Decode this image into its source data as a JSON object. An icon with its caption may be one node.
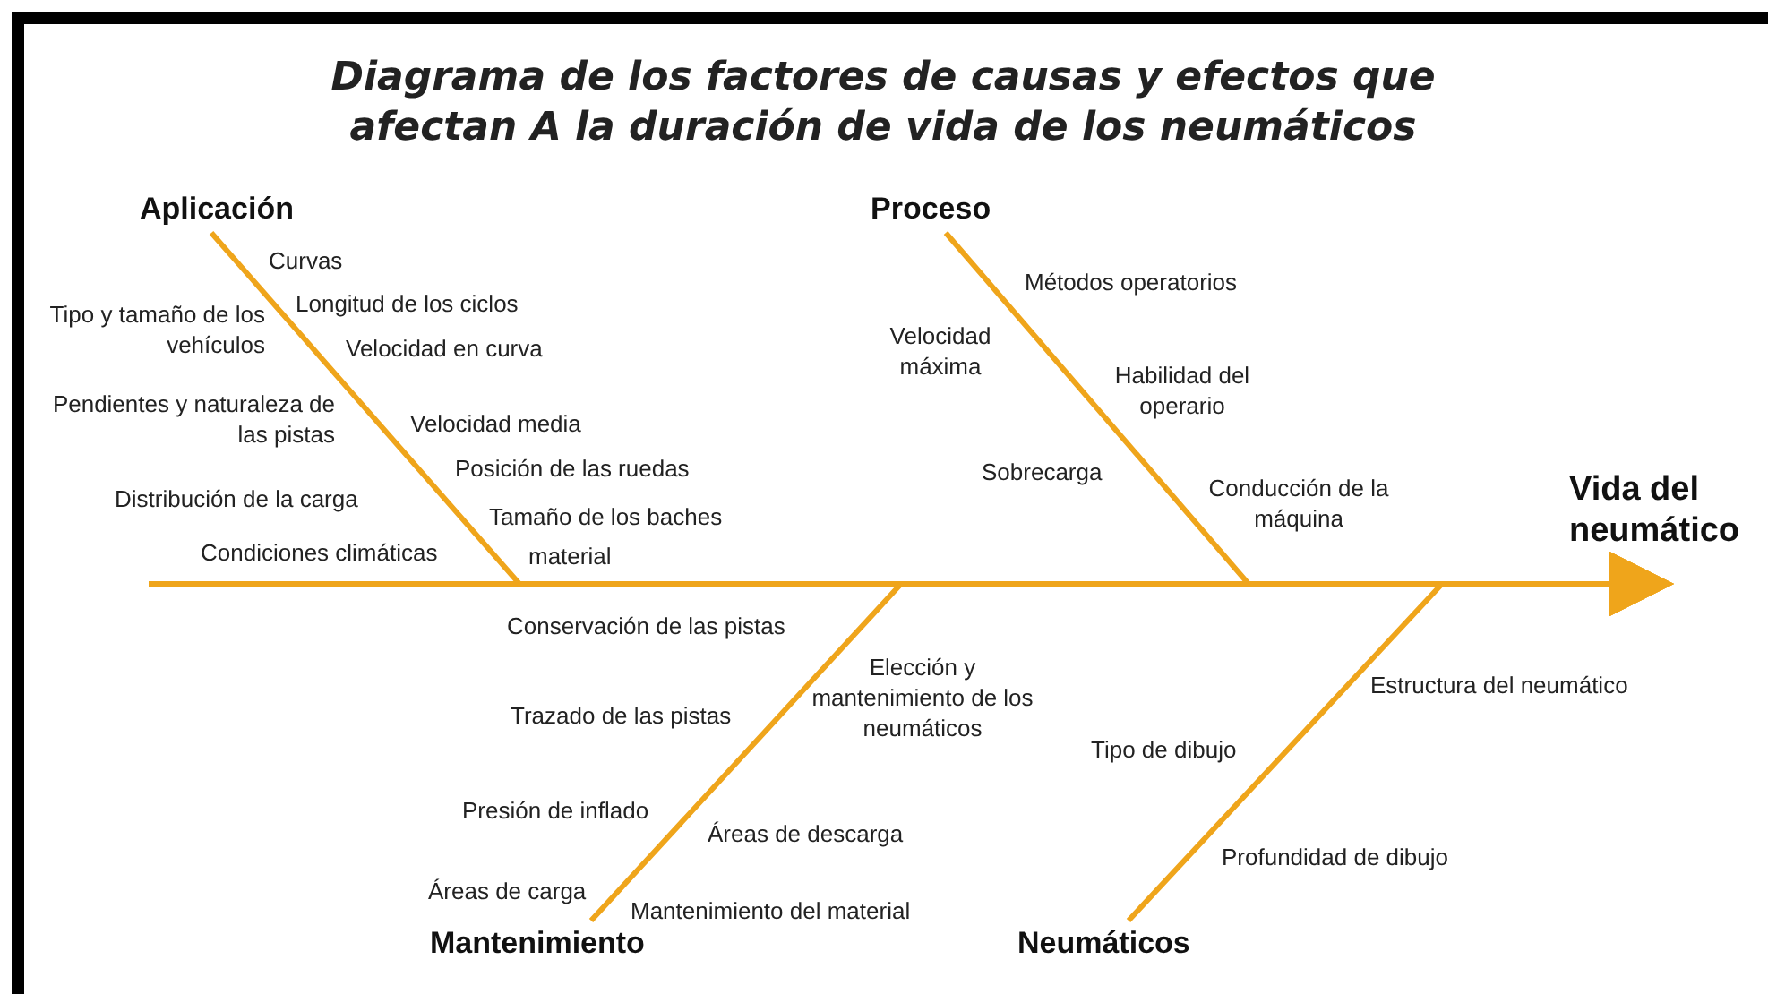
{
  "diagram": {
    "title": "Diagrama de los factores de causas y efectos que afectan A la duración de vida de los neumáticos",
    "nodes": [
      {
        "text": [
          "Aplicación"
        ]
      },
      {
        "text": [
          "Proceso"
        ]
      },
      {
        "text": [
          "Mantenimiento"
        ]
      },
      {
        "text": [
          "Neumáticos"
        ]
      },
      {
        "text": [
          "Vida del neumático"
        ]
      }
    ],
    "edges": [
      {
        "from": 0,
        "to": 4,
        "arrow": "to"
      },
      {
        "from": 1,
        "to": 4,
        "arrow": "to"
      },
      {
        "from": 2,
        "to": 4,
        "arrow": "to"
      },
      {
        "from": 3,
        "to": 4,
        "arrow": "to"
      }
    ],
    "labels": [
      "Curvas",
      "Longitud de los ciclos",
      "Tipo y tamaño de los vehículos",
      "Velocidad en curva",
      "Pendientes y naturaleza de las pistas",
      "Velocidad media",
      "Posición de las ruedas",
      "Distribución de la carga",
      "Tamaño de los baches",
      "Condiciones climáticas",
      "material",
      "Métodos operatorios",
      "Velocidad máxima",
      "Habilidad del operario",
      "Sobrecarga",
      "Conducción de la máquina",
      "Conservación de las pistas",
      "Elección y mantenimiento de los neumáticos",
      "Trazado de las pistas",
      "Presión de inflado",
      "Áreas de descarga",
      "Áreas de carga",
      "Mantenimiento del material",
      "Estructura del neumático",
      "Tipo de dibujo",
      "Profundidad de dibujo"
    ]
  }
}
